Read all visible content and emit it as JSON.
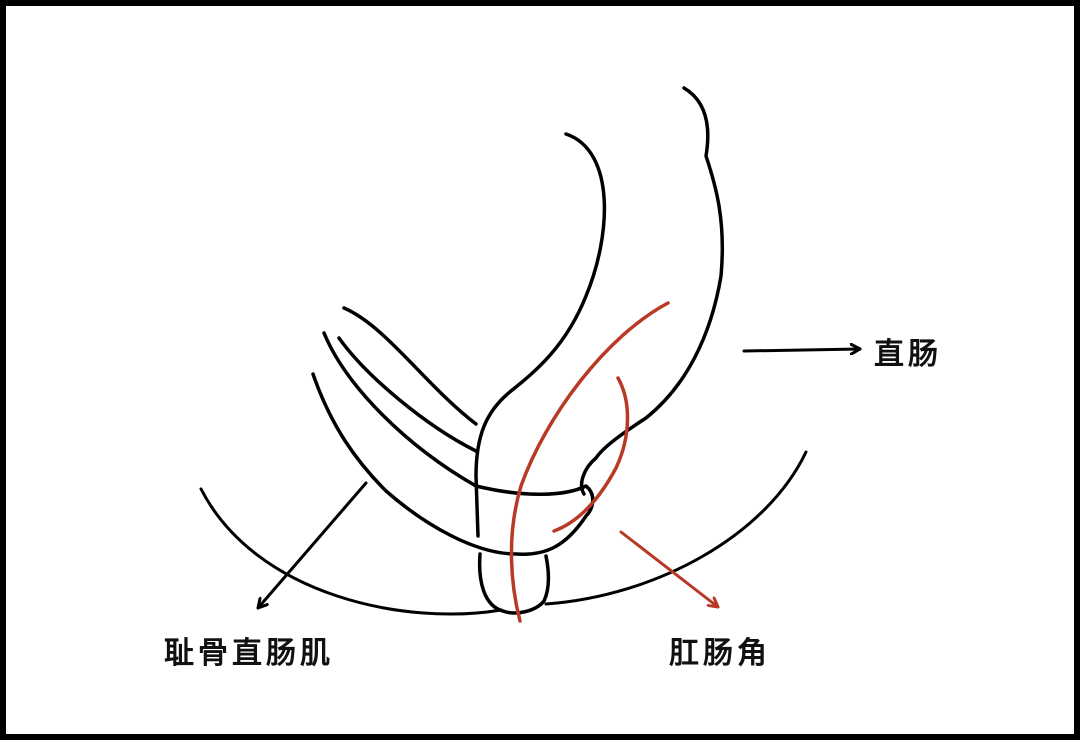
{
  "labels": {
    "rectum": "直肠",
    "puborectalis": "耻骨直肠肌",
    "anorectal_angle": "肛肠角"
  },
  "colors": {
    "outline": "#000000",
    "angle_line": "#b83a26",
    "background": "#ffffff"
  }
}
